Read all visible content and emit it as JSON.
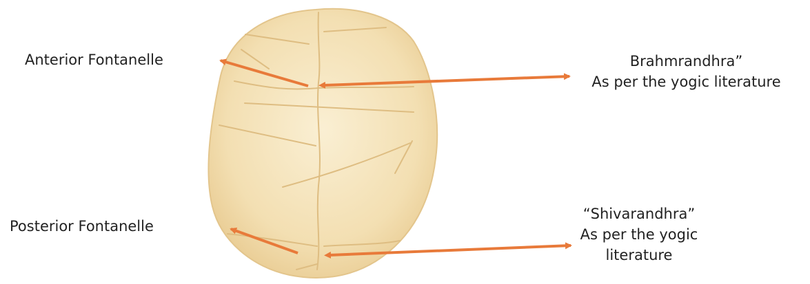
{
  "labels": {
    "anterior": "Anterior Fontanelle",
    "posterior": "Posterior Fontanelle",
    "brahm_line1": "Brahmrandhra”",
    "brahm_line2": "As per the yogic literature",
    "shiva_line1": "“Shivarandhra”",
    "shiva_line2": "As per the yogic",
    "shiva_line3": "literature"
  },
  "colors": {
    "arrow": "#E87A3A",
    "skull_fill": "#F3DFB2",
    "skull_edge": "#E6C88E",
    "suture": "#E2C28A",
    "text": "#222222"
  }
}
